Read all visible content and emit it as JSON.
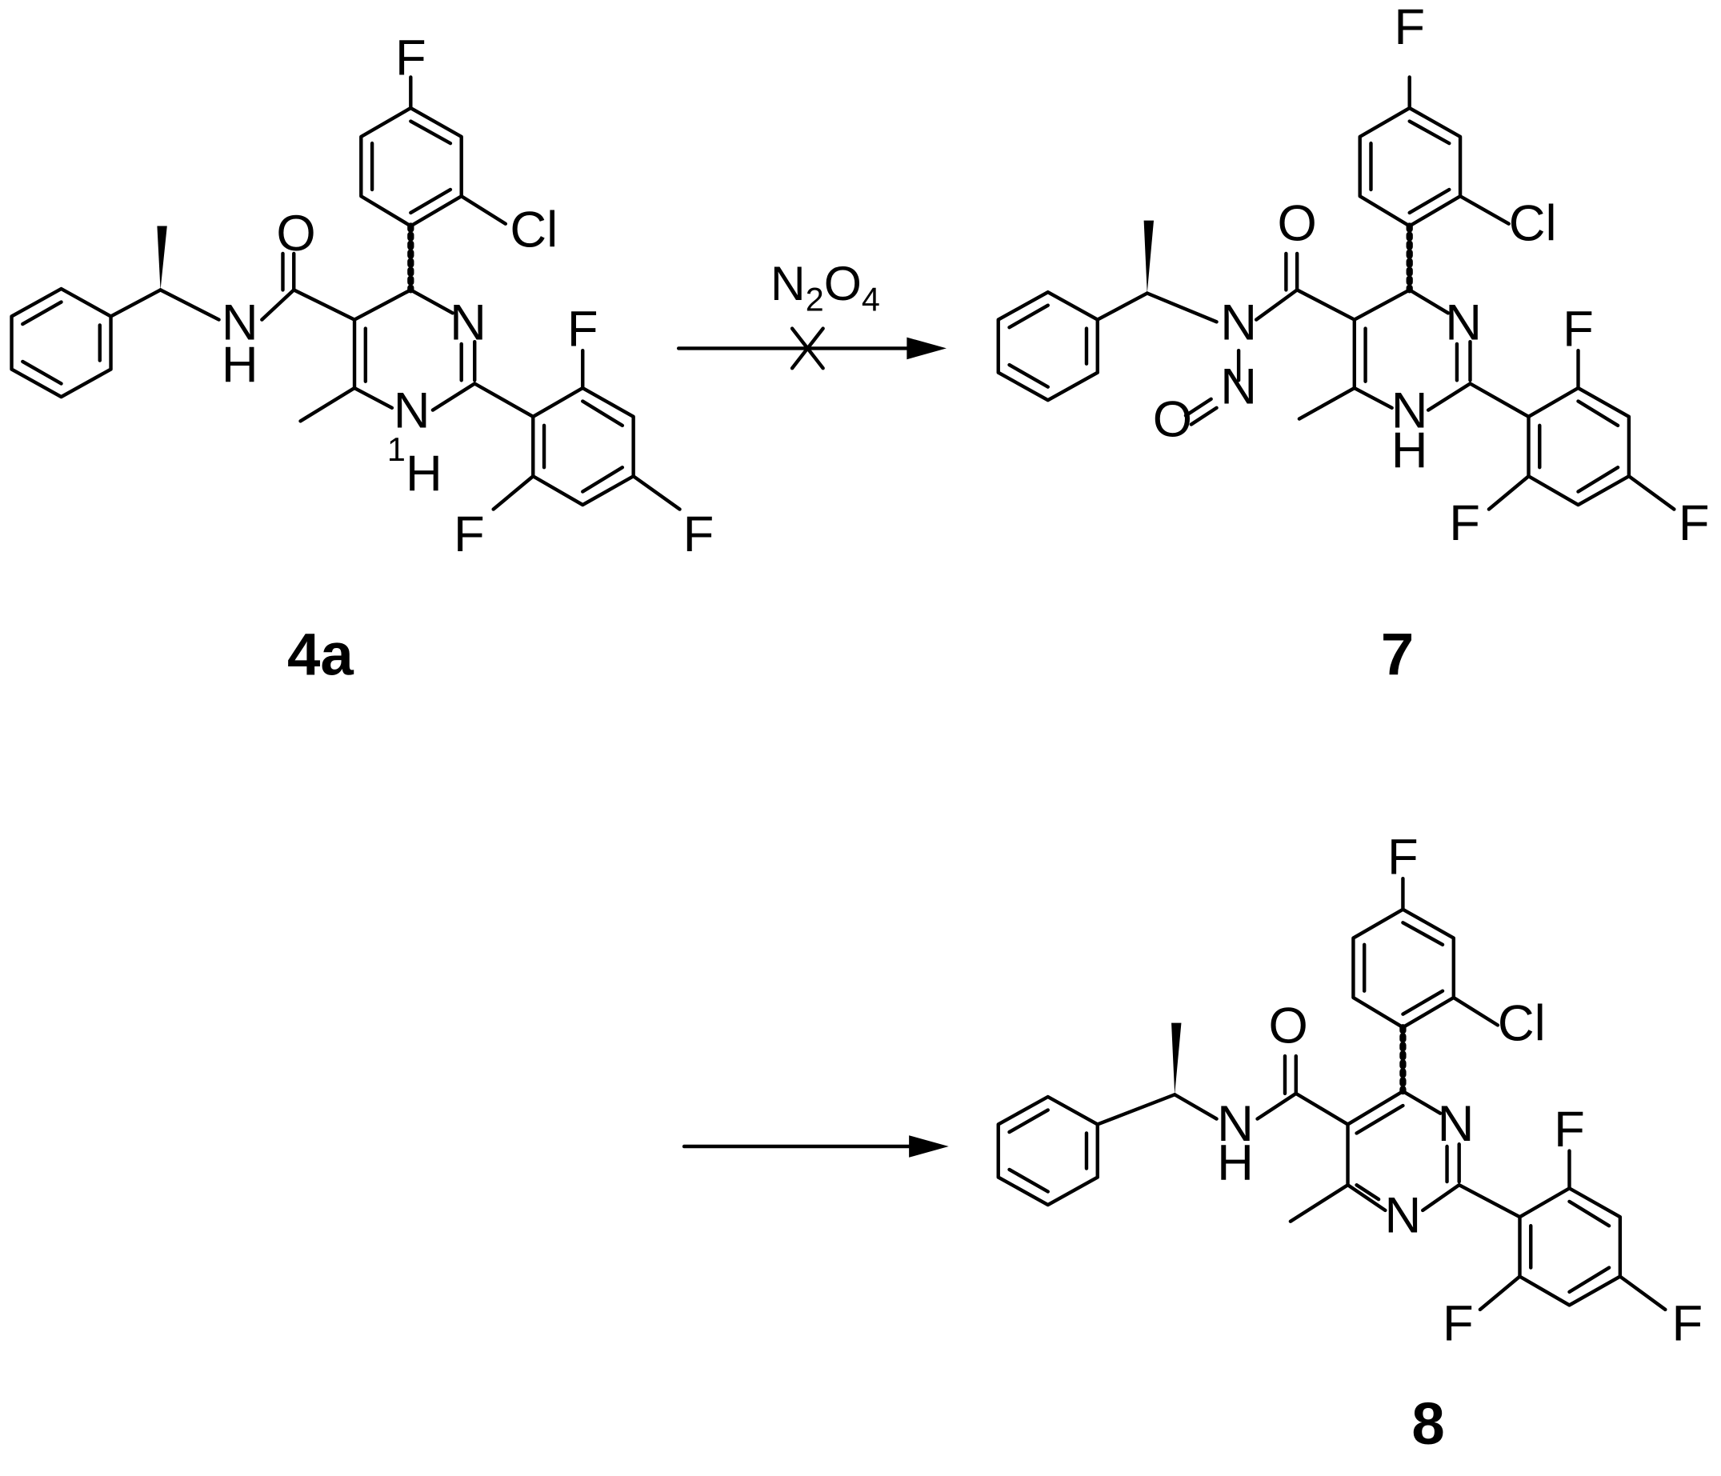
{
  "reactions": [
    {
      "reagent": {
        "base": "N",
        "sub1": "2",
        "mid": "O",
        "sub2": "4"
      },
      "blocked": true
    },
    {
      "reagent": null,
      "blocked": false
    }
  ],
  "compounds": [
    {
      "label": "4a",
      "atoms": {
        "F_top": "F",
        "Cl": "Cl",
        "O": "O",
        "N_amide": "N",
        "H_amide": "H",
        "N_ring": "N",
        "N_H_ring": "N",
        "H_ring": "H",
        "H_sup": "1",
        "F_ortho1": "F",
        "F_ortho2": "F",
        "F_para": "F"
      }
    },
    {
      "label": "7",
      "atoms": {
        "F_top": "F",
        "Cl": "Cl",
        "O": "O",
        "N_amide": "N",
        "N_nitroso": "N",
        "O_nitroso": "O",
        "N_ring": "N",
        "N_H_ring": "N",
        "H_ring": "H",
        "F_ortho1": "F",
        "F_ortho2": "F",
        "F_para": "F"
      }
    },
    {
      "label": "8",
      "atoms": {
        "F_top": "F",
        "Cl": "Cl",
        "O": "O",
        "N_amide": "N",
        "H_amide": "H",
        "N_ring": "N",
        "N_ring2": "N",
        "F_ortho1": "F",
        "F_ortho2": "F",
        "F_para": "F"
      }
    }
  ]
}
